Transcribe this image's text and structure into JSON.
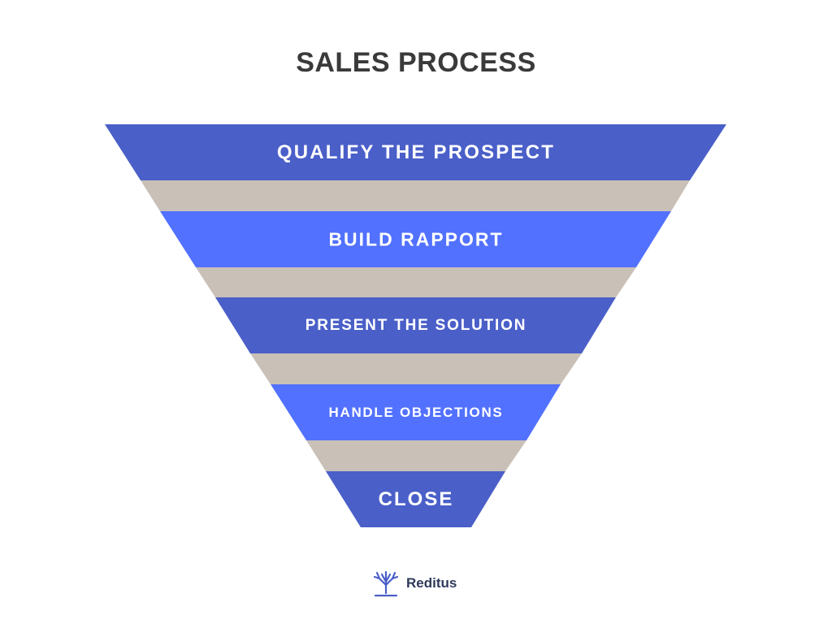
{
  "title": "SALES PROCESS",
  "stages": [
    {
      "label": "QUALIFY THE PROSPECT"
    },
    {
      "label": "BUILD RAPPORT"
    },
    {
      "label": "PRESENT THE SOLUTION"
    },
    {
      "label": "HANDLE OBJECTIONS"
    },
    {
      "label": "CLOSE"
    }
  ],
  "brand": {
    "name": "Reditus",
    "logo_icon": "tree-logo-icon"
  },
  "colors": {
    "dark_blue": "#4a5fc8",
    "light_blue": "#5271ff",
    "connector": "#c9c0b8",
    "title": "#3a3a3a",
    "brand_text": "#2f3a5a"
  }
}
